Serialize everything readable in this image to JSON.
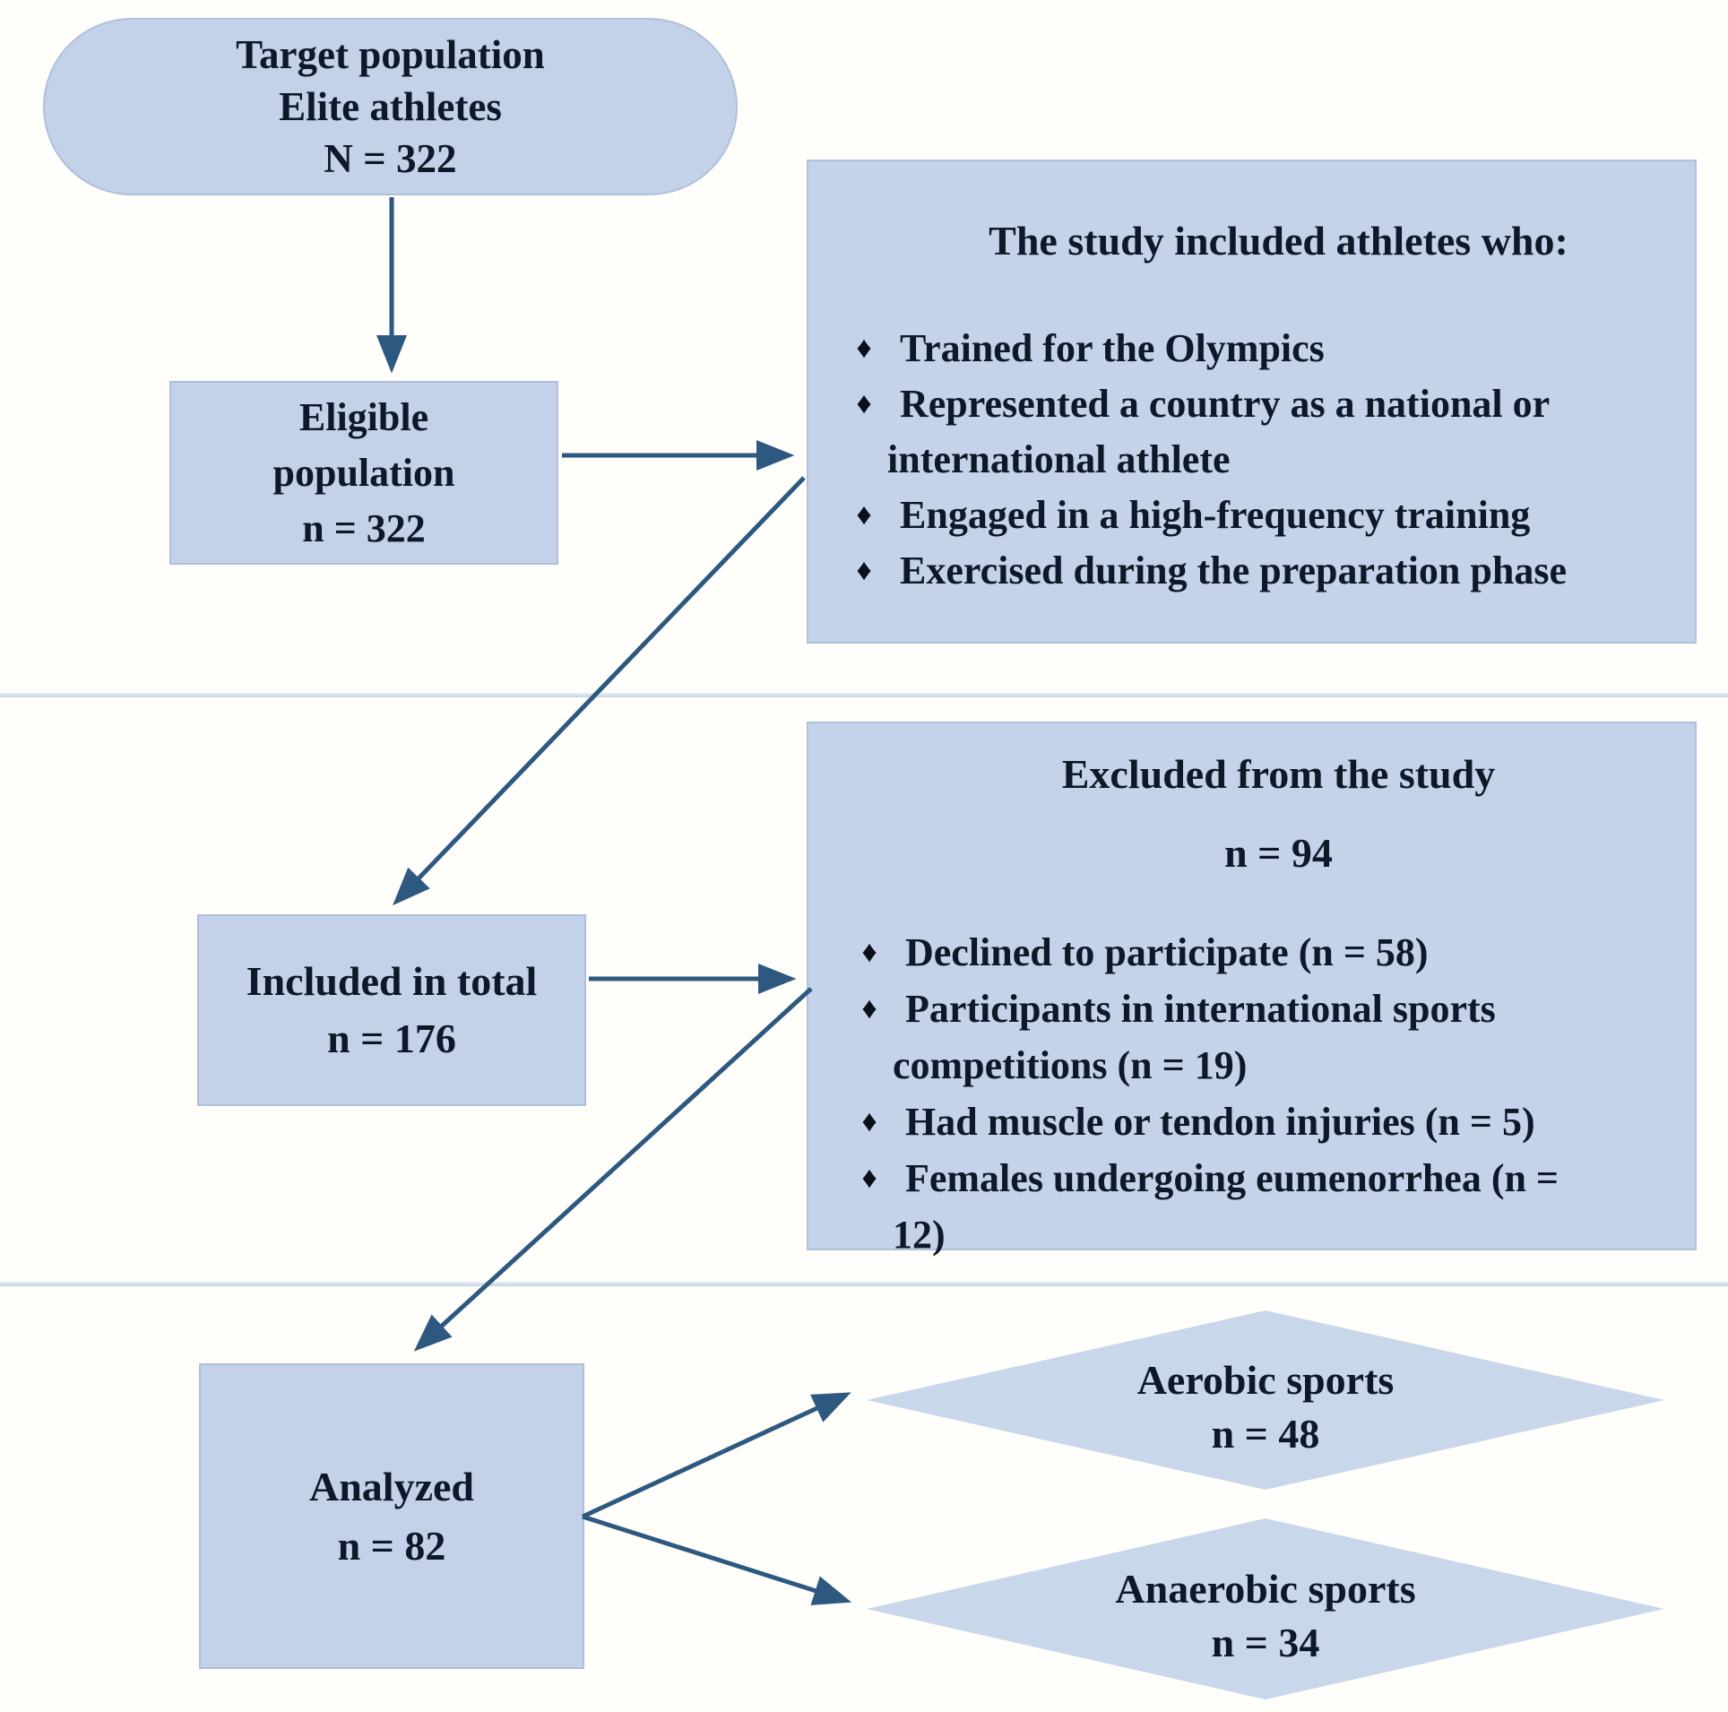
{
  "ui": {
    "bullet_char": "♦"
  },
  "colors": {
    "node_fill": "#c3d2e8",
    "node_border": "#aec0da",
    "arrow": "#2d5880",
    "text": "#0d1828",
    "divider": "#c3d2e1"
  },
  "nodes": {
    "target_population": {
      "lines": [
        "Target population",
        "Elite athletes",
        "N = 322"
      ]
    },
    "eligible": {
      "lines": [
        "Eligible",
        "population",
        "n = 322"
      ]
    },
    "included": {
      "lines": [
        "Included in total",
        "n = 176"
      ]
    },
    "analyzed": {
      "lines": [
        "Analyzed",
        "n = 82"
      ]
    },
    "inclusion_criteria": {
      "title": "The study included athletes who:",
      "bullets": [
        {
          "lines": [
            "Trained for the Olympics"
          ]
        },
        {
          "lines": [
            "Represented a country as a national or",
            "international athlete"
          ]
        },
        {
          "lines": [
            "Engaged in a high-frequency training"
          ]
        },
        {
          "lines": [
            "Exercised during the preparation phase"
          ]
        }
      ]
    },
    "exclusion": {
      "title_lines": [
        "Excluded from the study",
        "n = 94"
      ],
      "bullets": [
        {
          "lines": [
            "Declined to participate (n = 58)"
          ]
        },
        {
          "lines": [
            "Participants in international sports",
            "competitions (n = 19)"
          ]
        },
        {
          "lines": [
            "Had muscle or tendon injuries (n = 5)"
          ]
        },
        {
          "lines": [
            "Females undergoing eumenorrhea (n =",
            "12)"
          ]
        }
      ]
    },
    "aerobic": {
      "lines": [
        "Aerobic sports",
        "n = 48"
      ]
    },
    "anaerobic": {
      "lines": [
        "Anaerobic sports",
        "n = 34"
      ]
    }
  }
}
